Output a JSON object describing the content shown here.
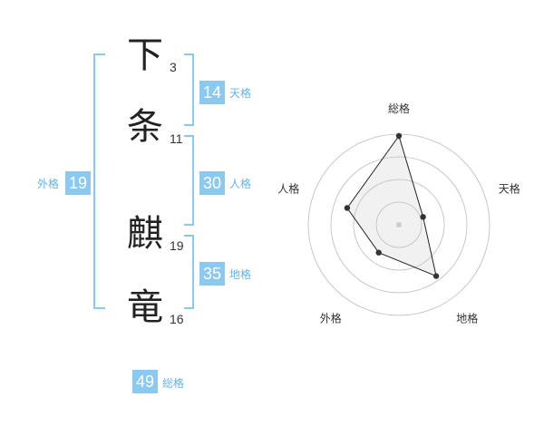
{
  "characters": [
    {
      "char": "下",
      "strokes": "3"
    },
    {
      "char": "条",
      "strokes": "11"
    },
    {
      "char": "麒",
      "strokes": "19"
    },
    {
      "char": "竜",
      "strokes": "16"
    }
  ],
  "fortunes": {
    "tenkaku": {
      "label": "天格",
      "value": "14"
    },
    "jinkaku": {
      "label": "人格",
      "value": "30"
    },
    "chikaku": {
      "label": "地格",
      "value": "35"
    },
    "gaikaku": {
      "label": "外格",
      "value": "19"
    },
    "soukaku": {
      "label": "総格",
      "value": "49"
    }
  },
  "colors": {
    "accent": "#8cc9ef",
    "accent_text": "#5fb4e6",
    "bracket": "#8cc9ef",
    "ring": "#bbbbbb"
  },
  "chart_data": {
    "type": "radar",
    "axes": [
      "総格",
      "天格",
      "地格",
      "外格",
      "人格"
    ],
    "values": [
      49,
      14,
      35,
      19,
      30
    ],
    "max": 50,
    "rings": 4,
    "grid": true
  }
}
